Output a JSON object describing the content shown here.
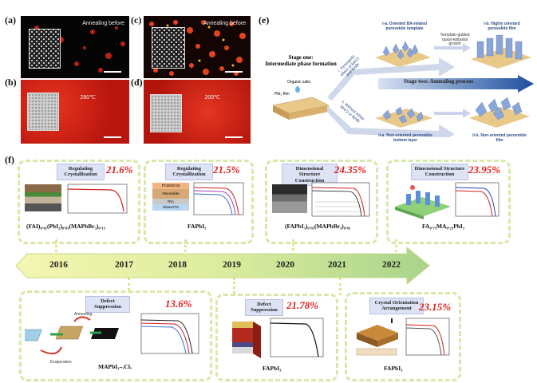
{
  "panels": {
    "a": {
      "label": "(a)",
      "caption": "Annealing before"
    },
    "b": {
      "label": "(b)",
      "caption": "280℃"
    },
    "c": {
      "label": "(c)",
      "caption": "Annealing before"
    },
    "d": {
      "label": "(d)",
      "caption": "200℃"
    },
    "e": {
      "label": "(e)"
    },
    "f": {
      "label": "(f)"
    }
  },
  "schematic": {
    "stage_one_line1": "Stage one:",
    "stage_one_line2": "Intermediate phase formation",
    "organic_salts": "Organic salts",
    "pbi2_film": "PbI₂ film",
    "path_i": "i. Synergistic effect of MACl and BABr",
    "path_ii": "ii. Without either MACl or BABr",
    "template_label": "Template-guided quasi-epitaxial growth",
    "stage_two": "Stage two: Annealing process",
    "i_a": "i-a. Oriented BA-related perovskite template",
    "i_b": "i-b. Highly oriented perovskite film",
    "ii_a": "ii-a. Non-oriented perovskite bottom layer",
    "ii_b": "ii-b. Non-oriented perovskite film"
  },
  "timeline": {
    "years": [
      "2016",
      "2017",
      "2018",
      "2019",
      "2020",
      "2021",
      "2022"
    ]
  },
  "cards_top": [
    {
      "title": "Regulating Crystallization",
      "efficiency": "21.6%",
      "composition": "(FAI)₀.₈₁(PbI₂)₀.₈₅(MAPbBr₃)₀.₁₅"
    },
    {
      "title": "Regulating Crystallization",
      "efficiency": "21.5%",
      "composition": "FAPbI₃"
    },
    {
      "title": "Dimensional Structure Construction",
      "efficiency": "24.35%",
      "composition": "(FAPbI₃)₀.₉₅(MAPbBr₃)₀.₀₅"
    },
    {
      "title": "Dimensional Structure Construction",
      "efficiency": "23.95%",
      "composition": "FA₀.₇₅MA₀.₂₅PbI₃"
    }
  ],
  "cards_bottom": [
    {
      "title": "Defect Suppression",
      "efficiency": "13.6%",
      "composition": "MAPbI₃₋ₓClₓ"
    },
    {
      "title": "Defect Suppression",
      "efficiency": "21.78%",
      "composition": "FAPbI₃"
    },
    {
      "title": "Crystal Orientation Arrangement",
      "efficiency": "23.15%",
      "composition": "FAPbI₃"
    }
  ],
  "device_layers": {
    "pcbm": "PCBM/C60",
    "perovskite": "Perovskite",
    "tio2": "TiO₂",
    "glass": "Glass/ITO"
  },
  "process_labels": {
    "annealing": "Annealing",
    "evaporation": "Evaporation"
  },
  "colors": {
    "efficiency": "#e11c1c",
    "arrow_start": "#e6f0a8",
    "arrow_end": "#a8d48a",
    "stage_two_arrow": "#1d4f9e"
  }
}
